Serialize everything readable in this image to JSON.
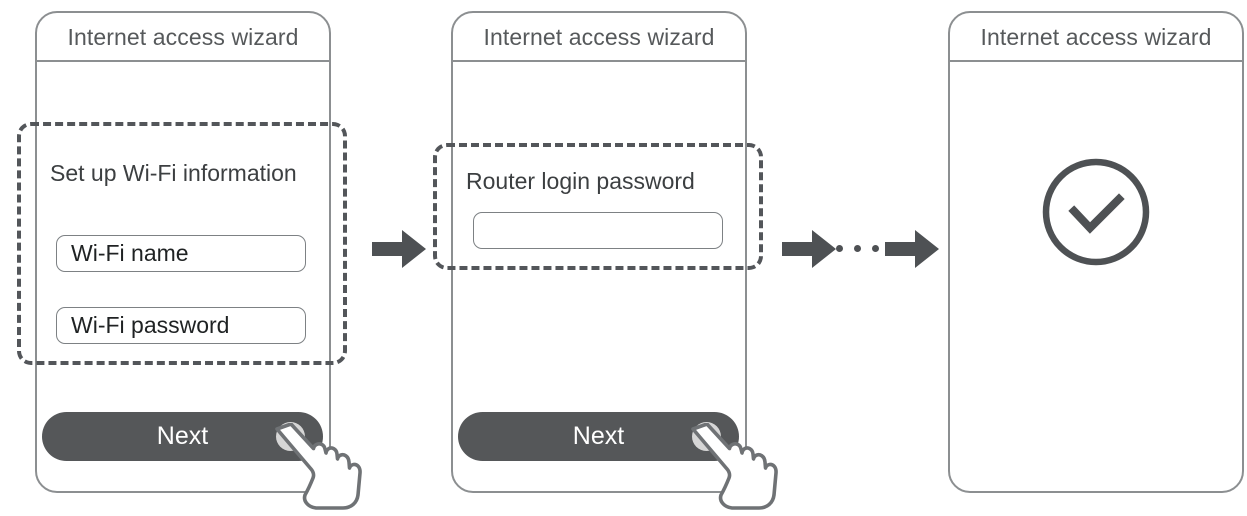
{
  "diagram": {
    "type": "wizard-flow",
    "background": "#ffffff",
    "accent": "#555759",
    "outline": "#8c8f91",
    "text": "#3c3f41",
    "dashed": "#53565a",
    "tap_dot": "#d6d6d6"
  },
  "steps": [
    {
      "id": "step-wifi",
      "title": "Internet access wizard",
      "section_label": "Set up Wi-Fi information",
      "fields": [
        {
          "name": "wifi-name",
          "value": "Wi-Fi name"
        },
        {
          "name": "wifi-password",
          "value": "Wi-Fi password"
        }
      ],
      "button": {
        "label": "Next"
      },
      "has_hand_cursor": true,
      "highlight": true
    },
    {
      "id": "step-router-password",
      "title": "Internet access wizard",
      "section_label": "Router login password",
      "fields": [
        {
          "name": "router-password",
          "value": ""
        }
      ],
      "button": {
        "label": "Next"
      },
      "has_hand_cursor": true,
      "highlight": true
    },
    {
      "id": "step-success",
      "title": "Internet access wizard",
      "section_label": "",
      "fields": [],
      "button": null,
      "has_hand_cursor": false,
      "highlight": false,
      "success_icon": "check-circle-icon"
    }
  ],
  "connectors": [
    {
      "name": "arrow-1",
      "icon": "arrow-right-icon"
    },
    {
      "name": "arrow-2",
      "icon": "arrow-right-icon"
    },
    {
      "name": "ellipsis",
      "icon": "ellipsis-icon",
      "dots": 3
    },
    {
      "name": "arrow-3",
      "icon": "arrow-right-icon"
    }
  ],
  "icons": {
    "hand_cursor": "hand-pointer-icon",
    "check_circle": "check-circle-icon",
    "arrow_right": "arrow-right-icon"
  }
}
